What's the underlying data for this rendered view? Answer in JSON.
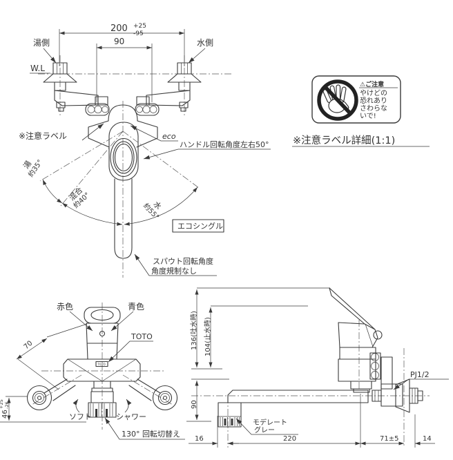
{
  "frame": {
    "bg": "#ffffff",
    "ink": "#3a3a3a"
  },
  "front_view": {
    "dim_200": {
      "value": "200",
      "tol_plus": "+25",
      "tol_minus": "-95"
    },
    "dim_90": "90",
    "hot_side": "湯側",
    "cold_side": "水側",
    "water_line": "W.L",
    "caution_label": "※注意ラベル",
    "eco_mark": "eco",
    "handle_rotation": "ハンドル回転角度左右50°",
    "hot_angle": {
      "name": "湯",
      "value": "約35°"
    },
    "mix_angle": {
      "name": "混合",
      "value": "約40°"
    },
    "water_angle": {
      "name": "水",
      "value": "約55°"
    },
    "eco_single": "エコシングル",
    "spout_rotation": {
      "line1": "スパウト回転角度",
      "line2": "角度規制なし"
    }
  },
  "caution_detail": {
    "title": "⚠ご注意",
    "lines": [
      "やけどの",
      "恐れあり",
      "さわらな",
      "いで!"
    ],
    "caption": "※注意ラベル詳細(1:1)"
  },
  "top_view": {
    "red": "赤色",
    "blue": "青色",
    "brand": "TOTO",
    "brand_mark": "TOTO",
    "dim_70": "70",
    "dim_46": {
      "value": "46",
      "tol_plus": "+25",
      "tol_minus": "-26"
    },
    "soft": "ソフト",
    "shower": "シャワー",
    "rotation_switch": "130° 回転切替え"
  },
  "side_view": {
    "dim_136": "136(吐水時)",
    "dim_104": "104(止水時)",
    "dim_90": "90",
    "thread": "PJ1/2",
    "color": {
      "line1": "モデレート",
      "line2": "グレー"
    },
    "dim_16": "16",
    "dim_220": "220",
    "dim_71": "71±5",
    "dim_14": "14"
  }
}
